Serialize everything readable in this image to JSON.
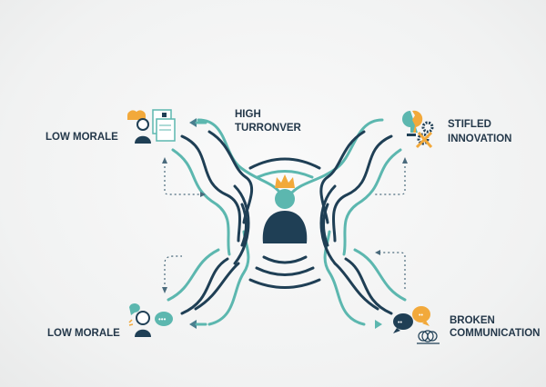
{
  "labels": {
    "top_left": "LOW MORALE",
    "top_center_line1": "HIGH",
    "top_center_line2": "TURRONVER",
    "top_right_line1": "STIFLED",
    "top_right_line2": "INNOVATION",
    "bottom_left": "LOW MORALE",
    "bottom_right_line1": "BROKEN",
    "bottom_right_line2": "COMMUNICATION"
  },
  "colors": {
    "dark": "#1f3f55",
    "teal": "#5cb7af",
    "orange": "#f2a93b",
    "background": "#f3f4f4"
  },
  "icons": [
    "leader-crown-icon",
    "sad-worker-icon",
    "document-icon",
    "cloud-icon",
    "lightbulb-icon",
    "gear-icon",
    "speech-bubble-icon",
    "broken-speech-icon",
    "tangled-wire-icon"
  ]
}
